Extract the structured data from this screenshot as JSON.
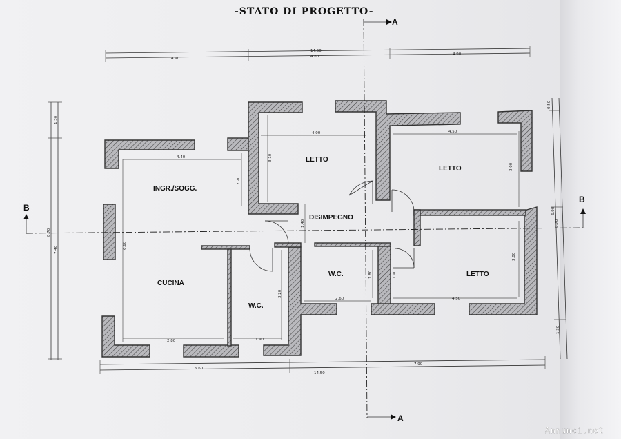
{
  "title": "-STATO DI PROGETTO-",
  "rooms": {
    "letto_1": "LETTO",
    "letto_2": "LETTO",
    "letto_3": "LETTO",
    "ingresso": "INGR./SOGG.",
    "disimpegno": "DISIMPEGNO",
    "cucina": "CUCINA",
    "wc_1": "W.C.",
    "wc_2": "W.C."
  },
  "section_labels": {
    "a_top": "A",
    "a_bottom": "A",
    "b_left": "B",
    "b_right": "B"
  },
  "dimensions": {
    "top_total": "14.50",
    "top_left": "4.90",
    "top_mid": "4.80",
    "top_right": "4.90",
    "bottom_total": "14.50",
    "bottom_left": "6.60",
    "bottom_right": "7.90",
    "cucina_width": "2.80",
    "wc_width": "1.90",
    "ingresso_width": "4.40",
    "letto1_width": "4.00",
    "letto2_width": "4.50",
    "letto3_width": "4.50",
    "wc2_width": "2.60",
    "left_total": "8.70",
    "left_lower": "7.40",
    "left_upper": "1.30",
    "right_total": "8.70",
    "right_mid": "6.90",
    "right_top": "0.50",
    "right_bottom": "1.30",
    "letto1_height": "3.10",
    "ingresso_height": "2.20",
    "disimpegno_height": "1.40",
    "cucina_height": "6.60",
    "wc_height": "3.20",
    "wc2_height": "1.80",
    "wc2_height_b": "1.90",
    "letto2_height": "3.00",
    "letto3_height": "3.00"
  },
  "watermark": "Annunci.net"
}
